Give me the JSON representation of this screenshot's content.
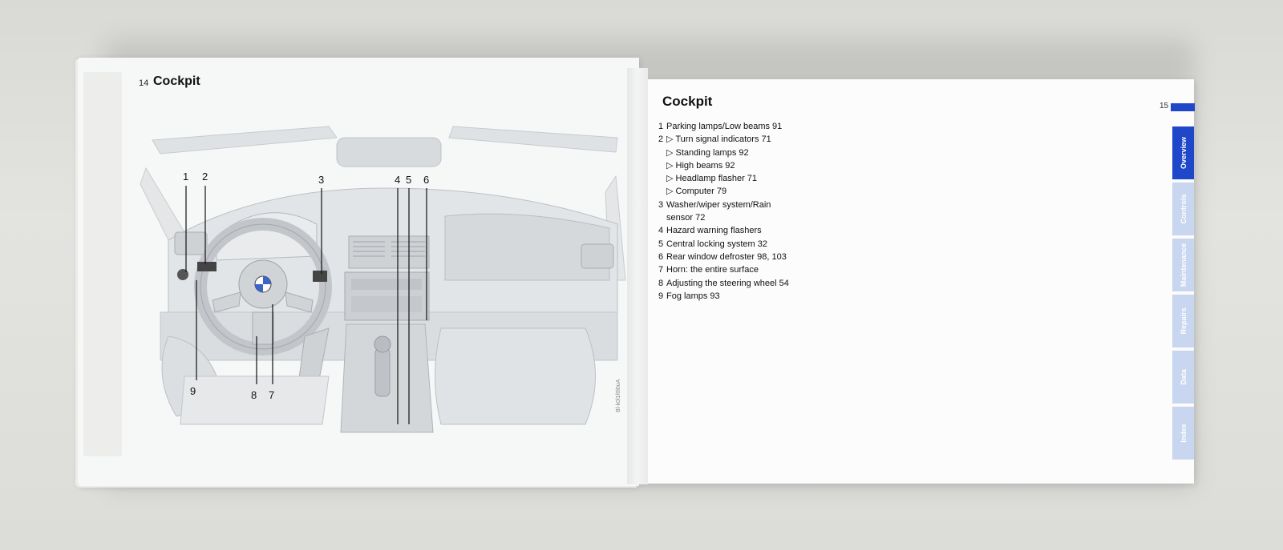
{
  "left_page": {
    "page_number": "14",
    "title": "Cockpit",
    "figure_code": "Bl-k0l1f0l0uA",
    "callouts": [
      "1",
      "2",
      "3",
      "4",
      "5",
      "6",
      "7",
      "8",
      "9"
    ]
  },
  "right_page": {
    "title": "Cockpit",
    "page_number": "15",
    "legend": [
      {
        "num": "1",
        "text": "Parking lamps/Low beams  91"
      },
      {
        "num": "2",
        "text": "▷ Turn signal indicators  71"
      },
      {
        "num": "",
        "text": "▷ Standing lamps  92",
        "sub": true
      },
      {
        "num": "",
        "text": "▷ High beams  92",
        "sub": true
      },
      {
        "num": "",
        "text": "▷ Headlamp flasher  71",
        "sub": true
      },
      {
        "num": "",
        "text": "▷ Computer  79",
        "sub": true
      },
      {
        "num": "3",
        "text": "Washer/wiper system/Rain"
      },
      {
        "num": "",
        "text": "sensor  72",
        "cont": true
      },
      {
        "num": "4",
        "text": "Hazard warning flashers"
      },
      {
        "num": "5",
        "text": "Central locking system  32"
      },
      {
        "num": "6",
        "text": "Rear window defroster  98, 103"
      },
      {
        "num": "7",
        "text": "Horn: the entire surface"
      },
      {
        "num": "8",
        "text": "Adjusting the steering wheel  54"
      },
      {
        "num": "9",
        "text": "Fog lamps  93"
      }
    ],
    "tabs": [
      {
        "label": "Overview",
        "active": true
      },
      {
        "label": "Controls"
      },
      {
        "label": "Maintenance"
      },
      {
        "label": "Repairs"
      },
      {
        "label": "Data"
      },
      {
        "label": "Index"
      }
    ]
  },
  "colors": {
    "accent": "#1f47c9",
    "tab_inactive": "#c9d6f0"
  }
}
